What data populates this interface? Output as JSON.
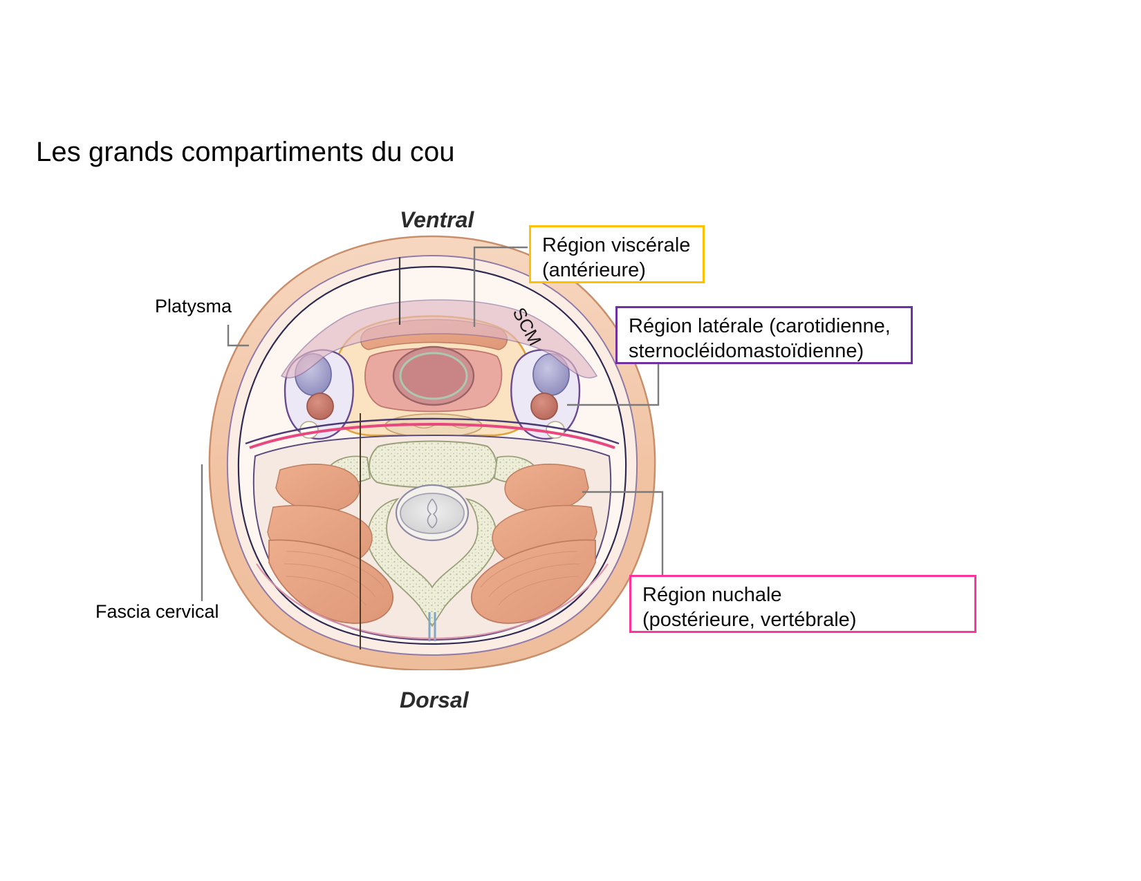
{
  "slide": {
    "title": "Les grands compartiments du cou"
  },
  "diagram": {
    "type": "anatomical-cross-section",
    "subject": "neck transverse section",
    "orientation": {
      "top_label": "Ventral",
      "bottom_label": "Dorsal"
    },
    "inline_labels": [
      {
        "name": "scm",
        "text": "SCM"
      }
    ],
    "side_labels": [
      {
        "name": "platysma",
        "text": "Platysma"
      },
      {
        "name": "fascia-cervical",
        "text": "Fascia cervical"
      }
    ]
  },
  "callouts": [
    {
      "id": "visceral",
      "line1": "Région viscérale",
      "line2": "(antérieure)",
      "border_color": "#FFC000"
    },
    {
      "id": "lateral",
      "line1": "Région latérale (carotidienne,",
      "line2": "sternocléidomastoïdienne)",
      "border_color": "#7030A0"
    },
    {
      "id": "nuchal",
      "line1": "Région nuchale",
      "line2": "(postérieure, vertébrale)",
      "border_color": "#FF3399"
    }
  ],
  "colors": {
    "background": "#FFFFFF",
    "text": "#000000",
    "leader_line": "#808080",
    "skin": "#F2C6A8",
    "muscle": "#E8A98A",
    "bone": "#EFEFD8",
    "vessel_blue": "#A9A9D4",
    "vessel_red": "#C87A6B",
    "fascia_pink": "#F06292",
    "fascia_purple": "#6A4A8F",
    "trachea": "#C99",
    "cord": "#D8D8D8"
  }
}
